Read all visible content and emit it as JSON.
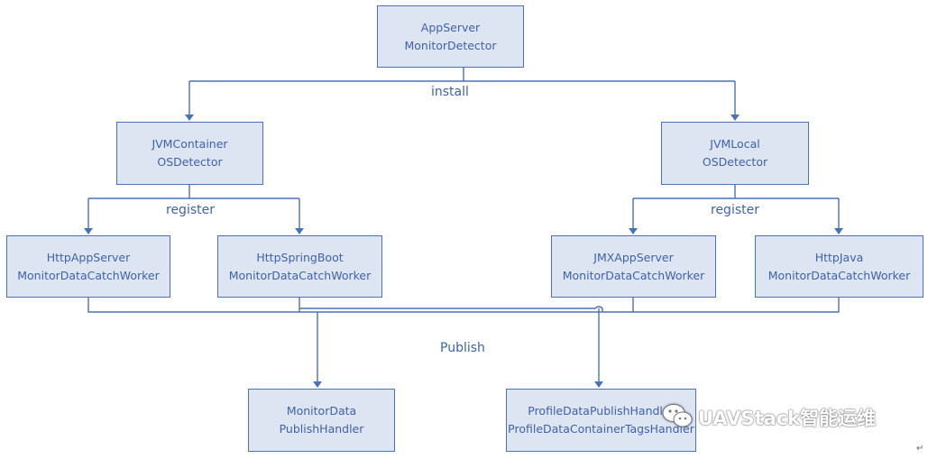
{
  "nodes": {
    "appserver": {
      "line1": "AppServer",
      "line2": "MonitorDetector"
    },
    "jvmcontainer": {
      "line1": "JVMContainer",
      "line2": "OSDetector"
    },
    "jvmlocal": {
      "line1": "JVMLocal",
      "line2": "OSDetector"
    },
    "httpappserver": {
      "line1": "HttpAppServer",
      "line2": "MonitorDataCatchWorker"
    },
    "httpspringboot": {
      "line1": "HttpSpringBoot",
      "line2": "MonitorDataCatchWorker"
    },
    "jmxappserver": {
      "line1": "JMXAppServer",
      "line2": "MonitorDataCatchWorker"
    },
    "httpjava": {
      "line1": "HttpJava",
      "line2": "MonitorDataCatchWorker"
    },
    "monitordata": {
      "line1": "MonitorData",
      "line2": "PublishHandler"
    },
    "profiledata": {
      "line1": "ProfileDataPublishHandler",
      "line2": "ProfileDataContainerTagsHandler"
    }
  },
  "edge_labels": {
    "install": "install",
    "register_left": "register",
    "register_right": "register",
    "publish": "Publish"
  },
  "watermark": {
    "text": "UAVStack智能运维",
    "icon": "wechat-icon"
  },
  "corner_mark": "↵",
  "colors": {
    "line": "#4a72b8",
    "node_fill": "#dde5f3",
    "node_border": "#4a72b8",
    "text": "#3f62a8"
  }
}
